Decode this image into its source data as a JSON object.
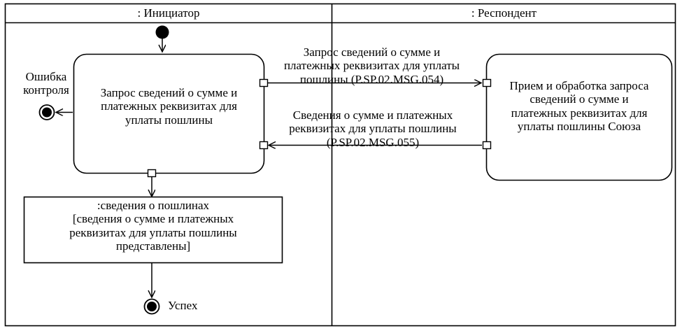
{
  "diagram": {
    "type": "uml-activity-diagram",
    "stroke_color": "#000000",
    "background_color": "#ffffff",
    "swimlanes": [
      {
        "id": "initiator",
        "title": ": Инициатор"
      },
      {
        "id": "respondent",
        "title": ": Респондент"
      }
    ],
    "nodes": {
      "initial": {
        "kind": "initial-node",
        "lane": "initiator"
      },
      "activity_left": {
        "kind": "activity",
        "lane": "initiator",
        "label": "Запрос сведений о сумме и\nплатежных реквизитах для\nуплаты пошлины"
      },
      "activity_right": {
        "kind": "activity",
        "lane": "respondent",
        "label": "Прием и обработка запроса\nсведений о сумме и\nплатежных реквизитах для\nуплаты пошлины Союза"
      },
      "object_node": {
        "kind": "object-node",
        "lane": "initiator",
        "label": ":сведения о пошлинах\n[сведения о сумме и платежных\nреквизитах для уплаты пошлины\nпредставлены]"
      },
      "final_error": {
        "kind": "final-node",
        "lane": "initiator",
        "label": "Ошибка\nконтроля"
      },
      "final_success": {
        "kind": "final-node",
        "lane": "initiator",
        "label": "Успех"
      }
    },
    "messages": [
      {
        "id": "msg-054",
        "direction": "initiator-to-respondent",
        "label": "Запрос сведений о сумме и\nплатежных реквизитах для уплаты\nпошлины (P.SP.02.MSG.054)",
        "code": "P.SP.02.MSG.054"
      },
      {
        "id": "msg-055",
        "direction": "respondent-to-initiator",
        "label": "Сведения о сумме и платежных\nреквизитах для уплаты пошлины\n(P.SP.02.MSG.055)",
        "code": "P.SP.02.MSG.055"
      }
    ]
  }
}
